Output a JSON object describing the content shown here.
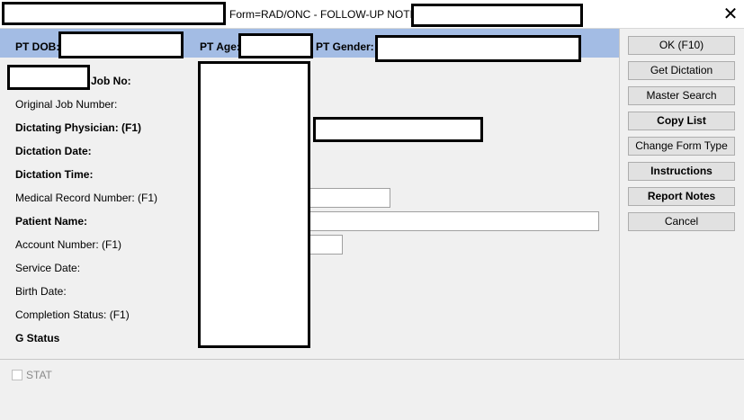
{
  "window": {
    "title": "Form=RAD/ONC - FOLLOW-UP NOTE",
    "close_glyph": "✕"
  },
  "header": {
    "dob_label": "PT DOB:",
    "age_label": "PT Age:",
    "gender_label": "PT Gender:"
  },
  "fields": {
    "job_no": "Job No:",
    "original_job_number": "Original Job Number:",
    "dictating_physician": "Dictating Physician: (F1)",
    "dictation_date": "Dictation Date:",
    "dictation_time": "Dictation Time:",
    "medical_record_number": "Medical Record Number: (F1)",
    "patient_name": "Patient Name:",
    "account_number": "Account Number: (F1)",
    "service_date": "Service Date:",
    "birth_date": "Birth Date:",
    "completion_status": "Completion Status: (F1)",
    "g_status": "G Status"
  },
  "buttons": {
    "ok": "OK  (F10)",
    "get_dictation": "Get Dictation",
    "master_search": "Master Search",
    "copy_list": "Copy List",
    "change_form_type": "Change Form Type",
    "instructions": "Instructions",
    "report_notes": "Report Notes",
    "cancel": "Cancel"
  },
  "footer": {
    "stat_label": "STAT"
  }
}
